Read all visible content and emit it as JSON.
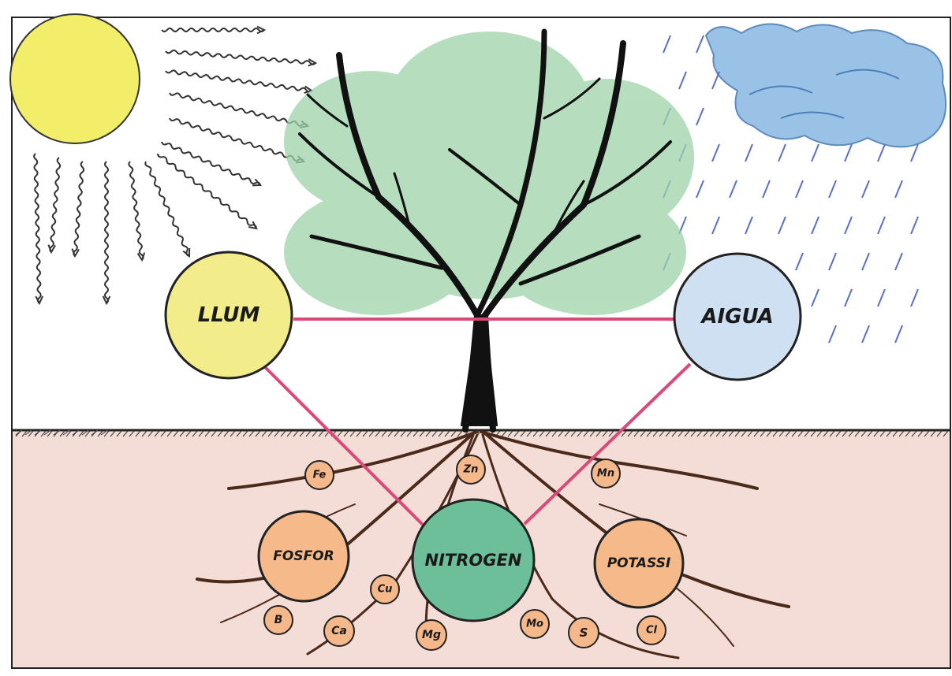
{
  "diagram": {
    "upper_nodes": [
      {
        "id": "llum",
        "label": "LLUM",
        "fill": "#f2ec8a"
      },
      {
        "id": "aigua",
        "label": "AIGUA",
        "fill": "#cfe0f2"
      }
    ],
    "main_nutrients": [
      {
        "id": "fosfor",
        "label": "FOSFOR",
        "fill": "#f5b98a"
      },
      {
        "id": "nitrogen",
        "label": "NITROGEN",
        "fill": "#6cbf98"
      },
      {
        "id": "potassi",
        "label": "POTASSI",
        "fill": "#f5b98a"
      }
    ],
    "micro_nutrients": [
      {
        "id": "fe",
        "label": "Fe"
      },
      {
        "id": "zn",
        "label": "Zn"
      },
      {
        "id": "mn",
        "label": "Mn"
      },
      {
        "id": "cu",
        "label": "Cu"
      },
      {
        "id": "b",
        "label": "B"
      },
      {
        "id": "ca",
        "label": "Ca"
      },
      {
        "id": "mg",
        "label": "Mg"
      },
      {
        "id": "mo",
        "label": "Mo"
      },
      {
        "id": "s",
        "label": "S"
      },
      {
        "id": "cl",
        "label": "Cl"
      }
    ],
    "colors": {
      "sun": "#f3ee6a",
      "cloud": "#7fb0de",
      "rain": "#5870c8",
      "soil": "#f3ddd6",
      "foliage": "#9ed3a9",
      "connector": "#d94a78",
      "small_nutrient": "#f4b88a"
    }
  }
}
